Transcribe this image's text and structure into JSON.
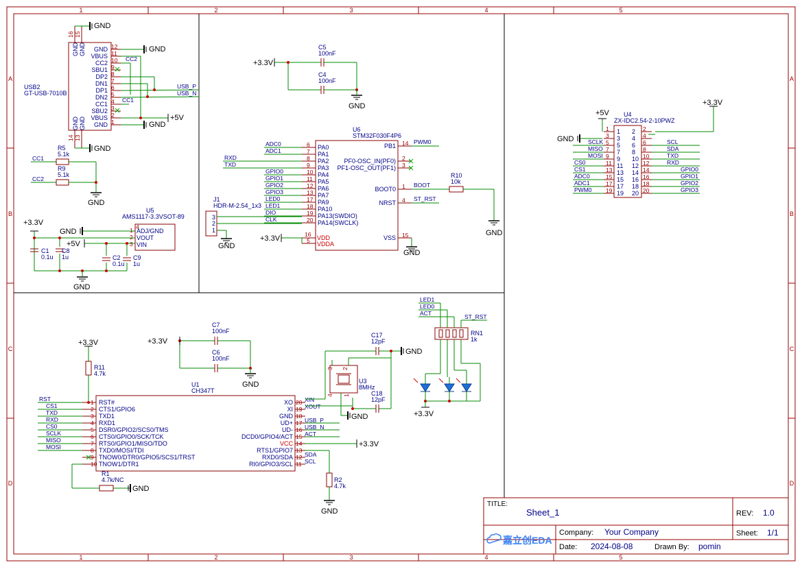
{
  "border": {
    "cols": [
      "1",
      "2",
      "3",
      "4",
      "5"
    ],
    "rows": [
      "A",
      "B",
      "C",
      "D"
    ]
  },
  "title_block": {
    "title_label": "TITLE:",
    "title": "Sheet_1",
    "rev_label": "REV:",
    "rev": "1.0",
    "company_label": "Company:",
    "company": "Your Company",
    "sheet_label": "Sheet:",
    "sheet": "1/1",
    "date_label": "Date:",
    "date": "2024-08-08",
    "drawn_label": "Drawn By:",
    "drawn_by": "pomin",
    "logo": "嘉立创EDA"
  },
  "usb2": {
    "ref": "USB2",
    "part": "GT-USB-7010B",
    "pins": [
      {
        "num": "12",
        "name": "GND"
      },
      {
        "num": "11",
        "name": "VBUS"
      },
      {
        "num": "10",
        "name": "CC2"
      },
      {
        "num": "9",
        "name": "SBU1"
      },
      {
        "num": "8",
        "name": "DP2"
      },
      {
        "num": "7",
        "name": "DN1"
      },
      {
        "num": "6",
        "name": "DP1"
      },
      {
        "num": "5",
        "name": "DN2"
      },
      {
        "num": "4",
        "name": "CC1"
      },
      {
        "num": "3",
        "name": "SBU2"
      },
      {
        "num": "2",
        "name": "VBUS"
      },
      {
        "num": "1",
        "name": "GND"
      }
    ],
    "top_pins": [
      {
        "num": "16",
        "name": "GND"
      },
      {
        "num": "15",
        "name": "GND"
      }
    ],
    "bottom_pins": [
      {
        "num": "14",
        "name": "GND"
      },
      {
        "num": "13",
        "name": "GND"
      }
    ],
    "nets": {
      "cc2": "CC2",
      "cc1": "CC1",
      "usb_p": "USB_P",
      "usb_n": "USB_N",
      "vcc": "+5V",
      "gnd": "GND"
    }
  },
  "cc_resistors": [
    {
      "ref": "R5",
      "value": "5.1k",
      "net": "CC1"
    },
    {
      "ref": "R9",
      "value": "5.1k",
      "net": "CC2"
    }
  ],
  "ldo": {
    "ref": "U5",
    "part": "AMS1117-3.3VSOT-89",
    "pins": [
      {
        "num": "1",
        "name": "ADJ/GND"
      },
      {
        "num": "2",
        "name": "VOUT"
      },
      {
        "num": "3",
        "name": "VIN"
      },
      {
        "num": "4",
        "name": ""
      }
    ],
    "caps": [
      {
        "ref": "C1",
        "value": "0.1u"
      },
      {
        "ref": "C8",
        "value": "1u"
      },
      {
        "ref": "C2",
        "value": "0.1u"
      },
      {
        "ref": "C9",
        "value": "1u"
      }
    ],
    "v33": "+3.3V",
    "v5": "+5V",
    "gnd": "GND"
  },
  "decoupling_top": [
    {
      "ref": "C5",
      "value": "100nF"
    },
    {
      "ref": "C4",
      "value": "100nF"
    }
  ],
  "mcu": {
    "ref": "U6",
    "part": "STM32F030F4P6",
    "left_pins": [
      {
        "num": "6",
        "name": "PA0",
        "net": "ADC0"
      },
      {
        "num": "7",
        "name": "PA1",
        "net": "ADC1"
      },
      {
        "num": "8",
        "name": "PA2",
        "net": "RXD"
      },
      {
        "num": "9",
        "name": "PA3",
        "net": "TXD"
      },
      {
        "num": "10",
        "name": "PA4",
        "net": "GPIO0"
      },
      {
        "num": "11",
        "name": "PA5",
        "net": "GPIO1"
      },
      {
        "num": "12",
        "name": "PA6",
        "net": "GPIO2"
      },
      {
        "num": "13",
        "name": "PA7",
        "net": "GPIO3"
      },
      {
        "num": "17",
        "name": "PA9",
        "net": "LED0"
      },
      {
        "num": "18",
        "name": "PA10",
        "net": "LED1"
      },
      {
        "num": "19",
        "name": "PA13(SWDIO)",
        "net": "DIO"
      },
      {
        "num": "20",
        "name": "PA14(SWCLK)",
        "net": "CLK"
      }
    ],
    "power_pins": [
      {
        "num": "16",
        "name": "VDD"
      },
      {
        "num": "5",
        "name": "VDDA"
      }
    ],
    "right_pins": [
      {
        "num": "14",
        "name": "PB1",
        "net": "PWM0"
      },
      {
        "num": "2",
        "name": "PF0-OSC_IN(PF0)",
        "net": ""
      },
      {
        "num": "3",
        "name": "PF1-OSC_OUT(PF1)",
        "net": ""
      },
      {
        "num": "1",
        "name": "BOOT0",
        "net": "BOOT"
      },
      {
        "num": "4",
        "name": "NRST",
        "net": "ST_RST"
      },
      {
        "num": "15",
        "name": "VSS",
        "net": ""
      }
    ],
    "r10": {
      "ref": "R10",
      "value": "10k"
    },
    "v33": "+3.3V",
    "gnd": "GND"
  },
  "swd_header": {
    "ref": "J1",
    "part": "HDR-M-2.54_1x3",
    "pins": [
      "3",
      "2",
      "1"
    ]
  },
  "idc": {
    "ref": "U4",
    "part": "ZX-IDC2.54-2-10PWZ",
    "rows": [
      {
        "l": "1",
        "r": "2",
        "ln": "",
        "rn": ""
      },
      {
        "l": "3",
        "r": "4",
        "ln": "",
        "rn": ""
      },
      {
        "l": "5",
        "r": "6",
        "ln": "SCLK",
        "rn": "SCL"
      },
      {
        "l": "7",
        "r": "8",
        "ln": "MISO",
        "rn": "SDA"
      },
      {
        "l": "9",
        "r": "10",
        "ln": "MOSI",
        "rn": "TXD"
      },
      {
        "l": "11",
        "r": "12",
        "ln": "CS0",
        "rn": "RXD"
      },
      {
        "l": "13",
        "r": "14",
        "ln": "CS1",
        "rn": "GPIO0"
      },
      {
        "l": "15",
        "r": "16",
        "ln": "ADC0",
        "rn": "GPIO1"
      },
      {
        "l": "17",
        "r": "18",
        "ln": "ADC1",
        "rn": "GPIO2"
      },
      {
        "l": "19",
        "r": "20",
        "ln": "PWM0",
        "rn": "GPIO3"
      }
    ],
    "v5": "+5V",
    "v33": "+3.3V",
    "gnd": "GND"
  },
  "ch347": {
    "ref": "U1",
    "part": "CH347T",
    "left_pins": [
      {
        "num": "1",
        "name": "RST#",
        "net": "RST"
      },
      {
        "num": "2",
        "name": "CTS1/GPIO6",
        "net": "CS1"
      },
      {
        "num": "3",
        "name": "TXD1",
        "net": "TXD"
      },
      {
        "num": "4",
        "name": "RXD1",
        "net": "RXD"
      },
      {
        "num": "5",
        "name": "DSR0/GPIO2/SCS0/TMS",
        "net": "CS0"
      },
      {
        "num": "6",
        "name": "CTS0/GPIO0/SCK/TCK",
        "net": "SCLK"
      },
      {
        "num": "7",
        "name": "RTS0/GPIO1/MISO/TDO",
        "net": "MISO"
      },
      {
        "num": "8",
        "name": "TXD0/MOSI/TDI",
        "net": "MOSI"
      },
      {
        "num": "9",
        "name": "TNOW0/DTR0/GPIO5/SCS1/TRST",
        "net": ""
      },
      {
        "num": "10",
        "name": "TNOW1/DTR1",
        "net": ""
      }
    ],
    "right_pins": [
      {
        "num": "20",
        "name": "XO",
        "net": "XIN"
      },
      {
        "num": "19",
        "name": "XI",
        "net": "XOUT"
      },
      {
        "num": "18",
        "name": "GND",
        "net": ""
      },
      {
        "num": "17",
        "name": "UD+",
        "net": "USB_P"
      },
      {
        "num": "16",
        "name": "UD-",
        "net": "USB_N"
      },
      {
        "num": "15",
        "name": "DCD0/GPIO4/ACT",
        "net": "ACT"
      },
      {
        "num": "14",
        "name": "VCC",
        "net": ""
      },
      {
        "num": "13",
        "name": "RTS1/GPIO7",
        "net": ""
      },
      {
        "num": "12",
        "name": "RXD0/SDA",
        "net": "SDA"
      },
      {
        "num": "11",
        "name": "RI0/GPIO3/SCL",
        "net": "SCL"
      }
    ],
    "r11": {
      "ref": "R11",
      "value": "4.7k"
    },
    "r1": {
      "ref": "R1",
      "value": "4.7k/NC"
    },
    "r2": {
      "ref": "R2",
      "value": "4.7k"
    },
    "v33": "+3.3V",
    "gnd": "GND"
  },
  "decoupling_bottom": [
    {
      "ref": "C7",
      "value": "100nF"
    },
    {
      "ref": "C6",
      "value": "100nF"
    }
  ],
  "crystal": {
    "ref": "U3",
    "value": "8MHz",
    "caps": [
      {
        "ref": "C17",
        "value": "12pF"
      },
      {
        "ref": "C18",
        "value": "12pF"
      }
    ],
    "pins": [
      "3",
      "2",
      "1",
      "4"
    ]
  },
  "leds": {
    "nets": [
      "LED1",
      "LED0",
      "ACT",
      "ST_RST"
    ],
    "rn": {
      "ref": "RN1",
      "value": "1k"
    },
    "v33": "+3.3V"
  }
}
